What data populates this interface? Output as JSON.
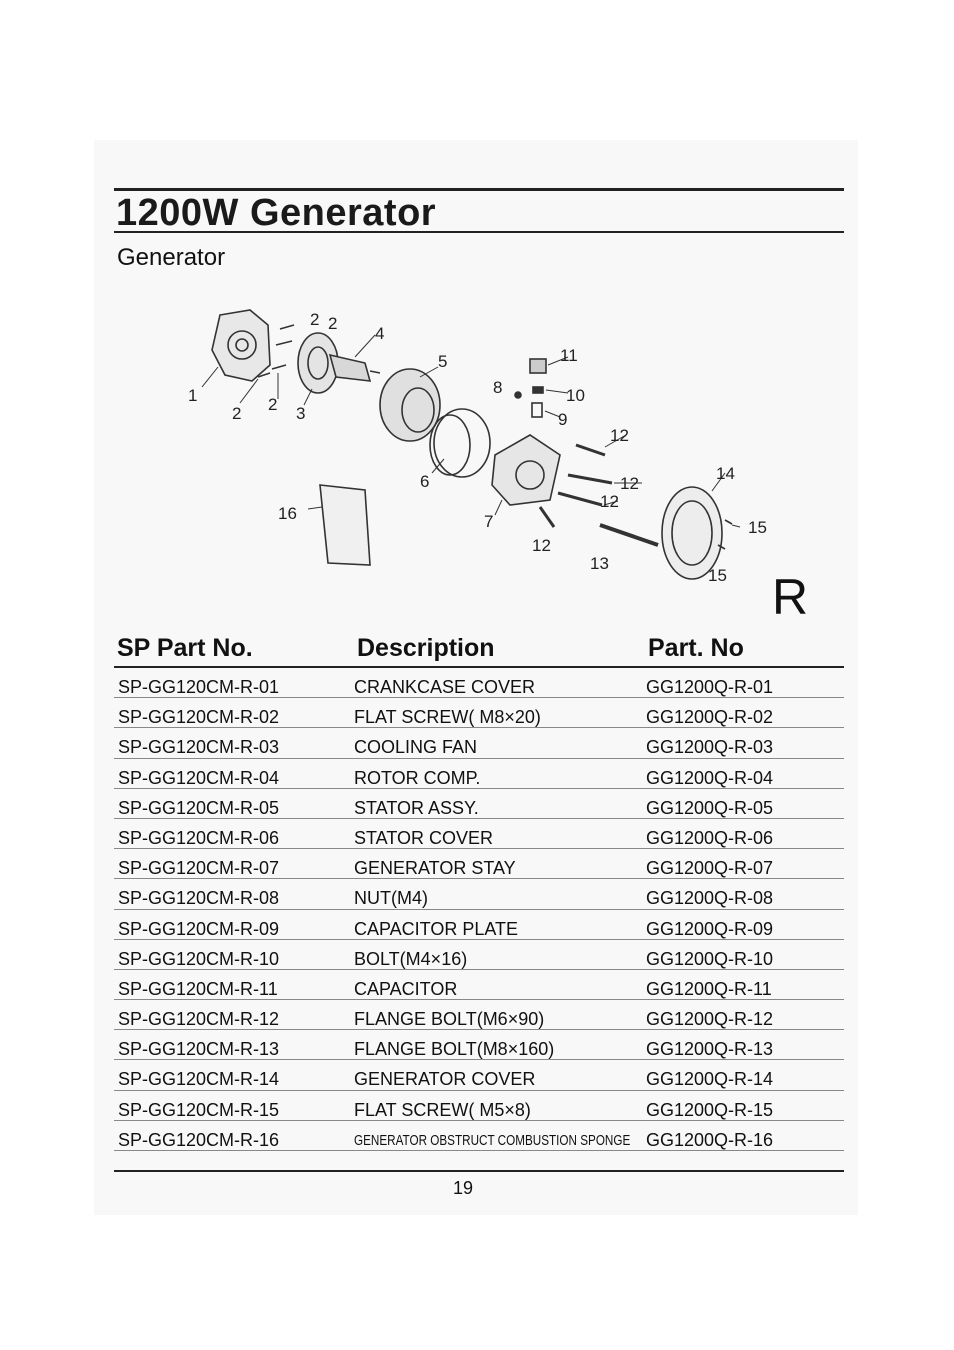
{
  "page": {
    "title": "1200W Generator",
    "section": "Generator",
    "marker": "R",
    "page_number": "19"
  },
  "diagram": {
    "callouts": [
      "1",
      "2",
      "2",
      "2",
      "2",
      "3",
      "4",
      "5",
      "6",
      "7",
      "8",
      "9",
      "10",
      "11",
      "12",
      "12",
      "12",
      "12",
      "13",
      "14",
      "15",
      "15",
      "16"
    ]
  },
  "table": {
    "headers": [
      "SP Part No.",
      "Description",
      "Part. No"
    ],
    "rows": [
      {
        "sp": "SP-GG120CM-R-01",
        "desc": "CRANKCASE COVER",
        "part": "GG1200Q-R-01"
      },
      {
        "sp": "SP-GG120CM-R-02",
        "desc": "FLAT SCREW( M8×20)",
        "part": "GG1200Q-R-02"
      },
      {
        "sp": "SP-GG120CM-R-03",
        "desc": "COOLING FAN",
        "part": "GG1200Q-R-03"
      },
      {
        "sp": "SP-GG120CM-R-04",
        "desc": "ROTOR COMP.",
        "part": "GG1200Q-R-04"
      },
      {
        "sp": "SP-GG120CM-R-05",
        "desc": "STATOR ASSY.",
        "part": "GG1200Q-R-05"
      },
      {
        "sp": "SP-GG120CM-R-06",
        "desc": "STATOR COVER",
        "part": "GG1200Q-R-06"
      },
      {
        "sp": "SP-GG120CM-R-07",
        "desc": "GENERATOR STAY",
        "part": "GG1200Q-R-07"
      },
      {
        "sp": "SP-GG120CM-R-08",
        "desc": "NUT(M4)",
        "part": "GG1200Q-R-08"
      },
      {
        "sp": "SP-GG120CM-R-09",
        "desc": "CAPACITOR PLATE",
        "part": "GG1200Q-R-09"
      },
      {
        "sp": "SP-GG120CM-R-10",
        "desc": "BOLT(M4×16)",
        "part": "GG1200Q-R-10"
      },
      {
        "sp": "SP-GG120CM-R-11",
        "desc": "CAPACITOR",
        "part": "GG1200Q-R-11"
      },
      {
        "sp": "SP-GG120CM-R-12",
        "desc": "FLANGE BOLT(M6×90)",
        "part": "GG1200Q-R-12"
      },
      {
        "sp": "SP-GG120CM-R-13",
        "desc": "FLANGE BOLT(M8×160)",
        "part": "GG1200Q-R-13"
      },
      {
        "sp": "SP-GG120CM-R-14",
        "desc": "GENERATOR COVER",
        "part": "GG1200Q-R-14"
      },
      {
        "sp": "SP-GG120CM-R-15",
        "desc": "FLAT SCREW( M5×8)",
        "part": "GG1200Q-R-15"
      },
      {
        "sp": "SP-GG120CM-R-16",
        "desc": "GENERATOR OBSTRUCT COMBUSTION SPONGE",
        "part": "GG1200Q-R-16"
      }
    ]
  }
}
